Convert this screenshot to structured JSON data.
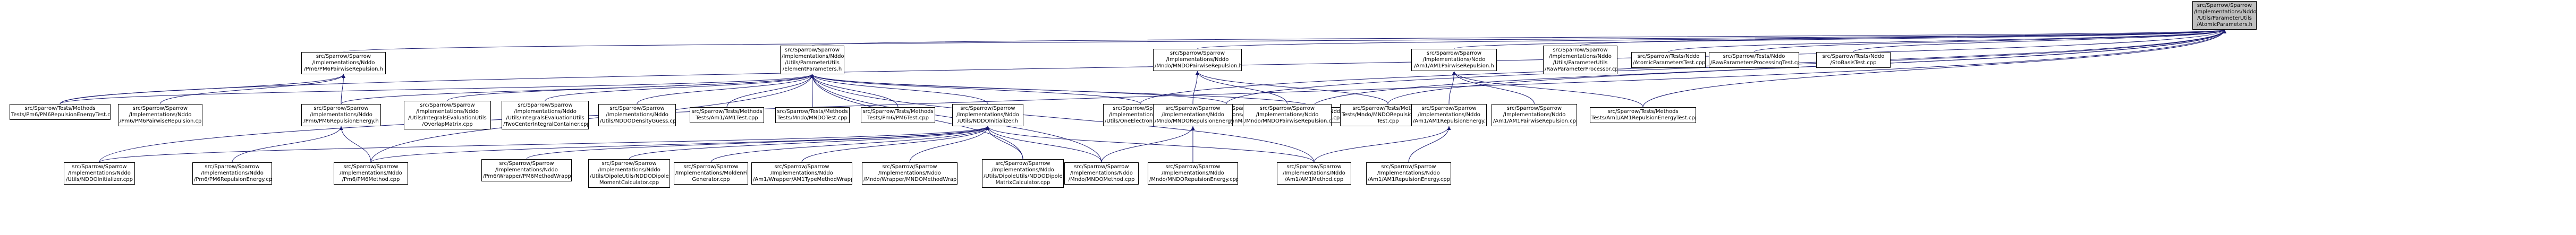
{
  "graph": {
    "type": "include-dependency-graph",
    "colors": {
      "root_fill": "#bfbfbf",
      "node_fill": "#ffffff",
      "edge": "#191970",
      "border": "#000000"
    },
    "nodes": [
      {
        "id": "root",
        "lines": [
          "src/Sparrow/Sparrow",
          "/Implementations/Nddo",
          "/Utils/ParameterUtils",
          "/AtomicParameters.h"
        ]
      },
      {
        "id": "pm6pair",
        "lines": [
          "src/Sparrow/Sparrow",
          "/Implementations/Nddo",
          "/Pm6/PM6PairwiseRepulsion.h"
        ]
      },
      {
        "id": "elemparams",
        "lines": [
          "src/Sparrow/Sparrow",
          "/Implementations/Nddo",
          "/Utils/ParameterUtils",
          "/ElementParameters.h"
        ]
      },
      {
        "id": "mndopair",
        "lines": [
          "src/Sparrow/Sparrow",
          "/Implementations/Nddo",
          "/Mndo/MNDOPairwiseRepulsion.h"
        ]
      },
      {
        "id": "am1pair",
        "lines": [
          "src/Sparrow/Sparrow",
          "/Implementations/Nddo",
          "/Am1/AM1PairwiseRepulsion.h"
        ]
      },
      {
        "id": "rawparamproc",
        "lines": [
          "src/Sparrow/Sparrow",
          "/Implementations/Nddo",
          "/Utils/ParameterUtils",
          "/RawParameterProcessor.cpp"
        ]
      },
      {
        "id": "atomicparamtest",
        "lines": [
          "src/Sparrow/Tests/Nddo",
          "/AtomicParametersTest.cpp"
        ]
      },
      {
        "id": "rawparamproctest",
        "lines": [
          "src/Sparrow/Tests/Nddo",
          "/RawParametersProcessingTest.cpp"
        ]
      },
      {
        "id": "stobasistest",
        "lines": [
          "src/Sparrow/Tests/Nddo",
          "/StoBasisTest.cpp"
        ]
      },
      {
        "id": "pm6repenergytest",
        "lines": [
          "src/Sparrow/Tests/Methods",
          "Tests/Pm6/PM6RepulsionEnergyTest.cpp"
        ]
      },
      {
        "id": "pm6paircpp",
        "lines": [
          "src/Sparrow/Sparrow",
          "/Implementations/Nddo",
          "/Pm6/PM6PairwiseRepulsion.cpp"
        ]
      },
      {
        "id": "pm6repenergyh",
        "lines": [
          "src/Sparrow/Sparrow",
          "/Implementations/Nddo",
          "/Pm6/PM6RepulsionEnergy.h"
        ]
      },
      {
        "id": "overlapeval",
        "lines": [
          "src/Sparrow/Sparrow",
          "/Implementations/Nddo",
          "/Utils/IntegralsEvaluationUtils",
          "/OverlapMatrix.cpp"
        ]
      },
      {
        "id": "twocenter",
        "lines": [
          "src/Sparrow/Sparrow",
          "/Implementations/Nddo",
          "/Utils/IntegralsEvaluationUtils",
          "/TwoCenterIntegralContainer.cpp"
        ]
      },
      {
        "id": "densityguess",
        "lines": [
          "src/Sparrow/Sparrow",
          "/Implementations/Nddo",
          "/Utils/NDDODensityGuess.cpp"
        ]
      },
      {
        "id": "am1test",
        "lines": [
          "src/Sparrow/Tests/Methods",
          "Tests/Am1/AM1Test.cpp"
        ]
      },
      {
        "id": "mndotest",
        "lines": [
          "src/Sparrow/Tests/Methods",
          "Tests/Mndo/MNDOTest.cpp"
        ]
      },
      {
        "id": "pm6test",
        "lines": [
          "src/Sparrow/Tests/Methods",
          "Tests/Pm6/PM6Test.cpp"
        ]
      },
      {
        "id": "nddoinit",
        "lines": [
          "src/Sparrow/Sparrow",
          "/Implementations/Nddo",
          "/Utils/NDDOInitializer.h"
        ]
      },
      {
        "id": "oneelectron",
        "lines": [
          "src/Sparrow/Sparrow",
          "/Implementations/Nddo",
          "/Utils/OneElectronMatrix.cpp"
        ]
      },
      {
        "id": "twoelectron",
        "lines": [
          "src/Sparrow/Sparrow",
          "/Implementations/Nddo",
          "/Utils/TwoElectronMatrix.cpp"
        ]
      },
      {
        "id": "overlaptest",
        "lines": [
          "src/Sparrow/Tests/Nddo",
          "/OverlapMatrixTest.cpp"
        ]
      },
      {
        "id": "mndorepenergyh",
        "lines": [
          "src/Sparrow/Sparrow",
          "/Implementations/Nddo",
          "/Mndo/MNDORepulsionEnergy.h"
        ]
      },
      {
        "id": "mndopaircpp",
        "lines": [
          "src/Sparrow/Sparrow",
          "/Implementations/Nddo",
          "/Mndo/MNDOPairwiseRepulsion.cpp"
        ]
      },
      {
        "id": "mndorepenergytest",
        "lines": [
          "src/Sparrow/Tests/Methods",
          "Tests/Mndo/MNDORepulsionEnergy",
          "Test.cpp"
        ]
      },
      {
        "id": "am1repenergyh",
        "lines": [
          "src/Sparrow/Sparrow",
          "/Implementations/Nddo",
          "/Am1/AM1RepulsionEnergy.h"
        ]
      },
      {
        "id": "am1paircpp",
        "lines": [
          "src/Sparrow/Sparrow",
          "/Implementations/Nddo",
          "/Am1/AM1PairwiseRepulsion.cpp"
        ]
      },
      {
        "id": "am1repenergytest",
        "lines": [
          "src/Sparrow/Tests/Methods",
          "Tests/Am1/AM1RepulsionEnergyTest.cpp"
        ]
      },
      {
        "id": "nddoinitcpp",
        "lines": [
          "src/Sparrow/Sparrow",
          "/Implementations/Nddo",
          "/Utils/NDDOInitializer.cpp"
        ]
      },
      {
        "id": "pm6repenergycpp",
        "lines": [
          "src/Sparrow/Sparrow",
          "/Implementations/Nddo",
          "/Pm6/PM6RepulsionEnergy.cpp"
        ]
      },
      {
        "id": "pm6methodcpp",
        "lines": [
          "src/Sparrow/Sparrow",
          "/Implementations/Nddo",
          "/Pm6/PM6Method.cpp"
        ]
      },
      {
        "id": "pm6wrapper",
        "lines": [
          "src/Sparrow/Sparrow",
          "/Implementations/Nddo",
          "/Pm6/Wrapper/PM6MethodWrapper.cpp"
        ]
      },
      {
        "id": "dipolemoment",
        "lines": [
          "src/Sparrow/Sparrow",
          "/Implementations/Nddo",
          "/Utils/DipoleUtils/NDDODipole",
          "MomentCalculator.cpp"
        ]
      },
      {
        "id": "moldenfile",
        "lines": [
          "src/Sparrow/Sparrow",
          "/Implementations/MoldenFile",
          "Generator.cpp"
        ]
      },
      {
        "id": "am1typewrapper",
        "lines": [
          "src/Sparrow/Sparrow",
          "/Implementations/Nddo",
          "/Am1/Wrapper/AM1TypeMethodWrapper.cpp"
        ]
      },
      {
        "id": "mndowrapper",
        "lines": [
          "src/Sparrow/Sparrow",
          "/Implementations/Nddo",
          "/Mndo/Wrapper/MNDOMethodWrapper.cpp"
        ]
      },
      {
        "id": "dipolematrix",
        "lines": [
          "src/Sparrow/Sparrow",
          "/Implementations/Nddo",
          "/Utils/DipoleUtils/NDDODipole",
          "MatrixCalculator.cpp"
        ]
      },
      {
        "id": "mndomethodcpp",
        "lines": [
          "src/Sparrow/Sparrow",
          "/Implementations/Nddo",
          "/Mndo/MNDOMethod.cpp"
        ]
      },
      {
        "id": "mndorepenergycpp",
        "lines": [
          "src/Sparrow/Sparrow",
          "/Implementations/Nddo",
          "/Mndo/MNDORepulsionEnergy.cpp"
        ]
      },
      {
        "id": "am1methodcpp",
        "lines": [
          "src/Sparrow/Sparrow",
          "/Implementations/Nddo",
          "/Am1/AM1Method.cpp"
        ]
      },
      {
        "id": "am1repenergycpp",
        "lines": [
          "src/Sparrow/Sparrow",
          "/Implementations/Nddo",
          "/Am1/AM1RepulsionEnergy.cpp"
        ]
      }
    ],
    "edges": [
      [
        "root",
        "pm6pair"
      ],
      [
        "root",
        "elemparams"
      ],
      [
        "root",
        "mndopair"
      ],
      [
        "root",
        "am1pair"
      ],
      [
        "root",
        "rawparamproc"
      ],
      [
        "root",
        "atomicparamtest"
      ],
      [
        "root",
        "rawparamproctest"
      ],
      [
        "root",
        "stobasistest"
      ],
      [
        "root",
        "pm6repenergytest"
      ],
      [
        "root",
        "nddoinitcpp"
      ],
      [
        "root",
        "oneelectron"
      ],
      [
        "root",
        "twoelectron"
      ],
      [
        "root",
        "overlaptest"
      ],
      [
        "root",
        "mndorepenergytest"
      ],
      [
        "root",
        "am1repenergytest"
      ],
      [
        "pm6pair",
        "pm6repenergytest"
      ],
      [
        "pm6pair",
        "pm6paircpp"
      ],
      [
        "pm6pair",
        "pm6repenergyh"
      ],
      [
        "elemparams",
        "pm6repenergytest"
      ],
      [
        "elemparams",
        "pm6repenergyh"
      ],
      [
        "elemparams",
        "overlapeval"
      ],
      [
        "elemparams",
        "twocenter"
      ],
      [
        "elemparams",
        "densityguess"
      ],
      [
        "elemparams",
        "am1test"
      ],
      [
        "elemparams",
        "mndotest"
      ],
      [
        "elemparams",
        "pm6test"
      ],
      [
        "elemparams",
        "nddoinit"
      ],
      [
        "elemparams",
        "oneelectron"
      ],
      [
        "elemparams",
        "twoelectron"
      ],
      [
        "elemparams",
        "overlaptest"
      ],
      [
        "elemparams",
        "pm6methodcpp"
      ],
      [
        "elemparams",
        "mndomethodcpp"
      ],
      [
        "elemparams",
        "am1methodcpp"
      ],
      [
        "elemparams",
        "dipolematrix"
      ],
      [
        "mndopair",
        "mndorepenergyh"
      ],
      [
        "mndopair",
        "mndopaircpp"
      ],
      [
        "mndopair",
        "mndorepenergytest"
      ],
      [
        "am1pair",
        "am1repenergyh"
      ],
      [
        "am1pair",
        "am1paircpp"
      ],
      [
        "am1pair",
        "am1repenergytest"
      ],
      [
        "pm6repenergyh",
        "pm6repenergycpp"
      ],
      [
        "pm6repenergyh",
        "pm6methodcpp"
      ],
      [
        "nddoinit",
        "nddoinitcpp"
      ],
      [
        "nddoinit",
        "pm6methodcpp"
      ],
      [
        "nddoinit",
        "pm6wrapper"
      ],
      [
        "nddoinit",
        "dipolemoment"
      ],
      [
        "nddoinit",
        "moldenfile"
      ],
      [
        "nddoinit",
        "am1typewrapper"
      ],
      [
        "nddoinit",
        "mndowrapper"
      ],
      [
        "nddoinit",
        "dipolematrix"
      ],
      [
        "nddoinit",
        "mndomethodcpp"
      ],
      [
        "nddoinit",
        "am1methodcpp"
      ],
      [
        "mndorepenergyh",
        "mndomethodcpp"
      ],
      [
        "mndorepenergyh",
        "mndorepenergycpp"
      ],
      [
        "am1repenergyh",
        "am1methodcpp"
      ],
      [
        "am1repenergyh",
        "am1repenergycpp"
      ]
    ]
  }
}
